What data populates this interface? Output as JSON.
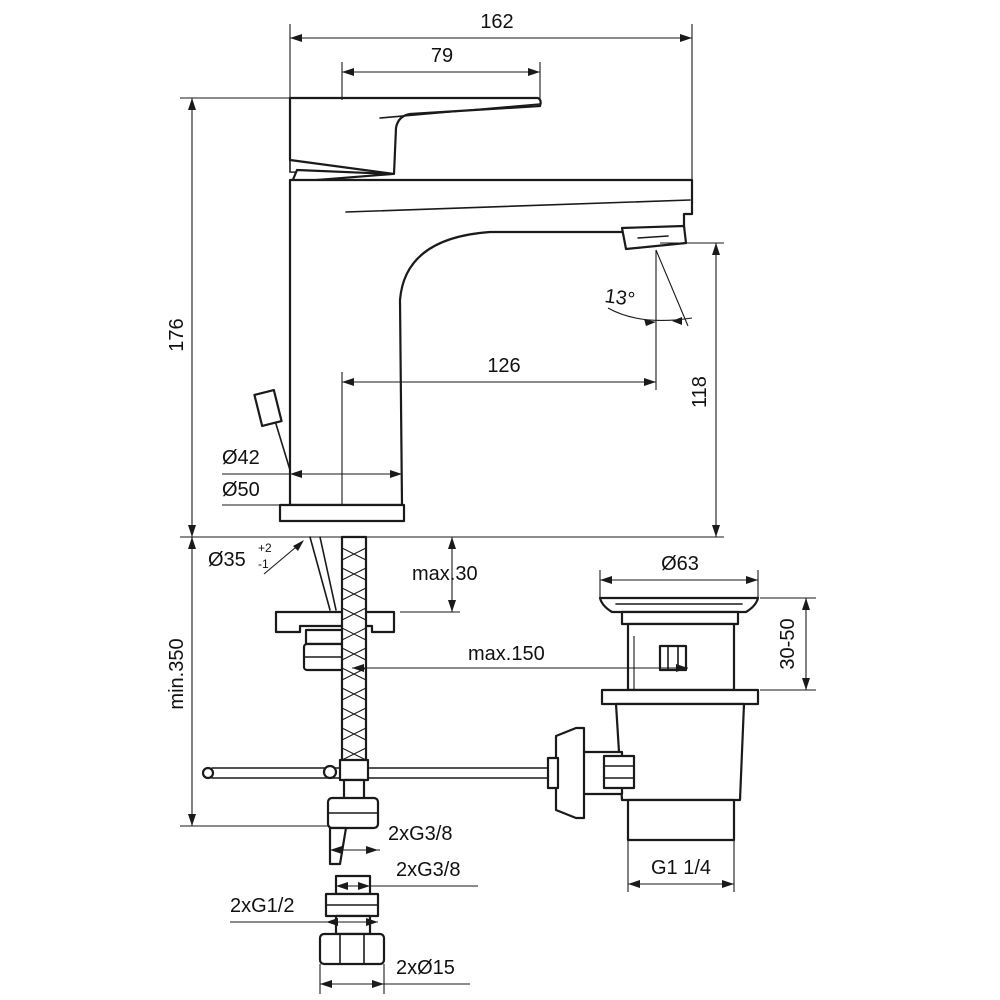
{
  "dimensions": {
    "width_overall": "162",
    "handle_length": "79",
    "height_overall": "176",
    "spout_reach": "126",
    "spout_height": "118",
    "spray_angle": "13°",
    "body_diameter_top": "Ø42",
    "body_diameter_base": "Ø50",
    "hole_diameter": "Ø35",
    "hole_tol_plus": "+2",
    "hole_tol_minus": "-1",
    "deck_thickness": "max.30",
    "waste_reach": "max.150",
    "hose_min": "min.350",
    "waste_flange": "Ø63",
    "waste_range": "30-50",
    "hose_thread": "2xG3/8",
    "adapter_thread": "2xG3/8",
    "supply_thread": "2xG1/2",
    "pipe_diameter": "2xØ15",
    "waste_thread": "G1 1/4"
  }
}
